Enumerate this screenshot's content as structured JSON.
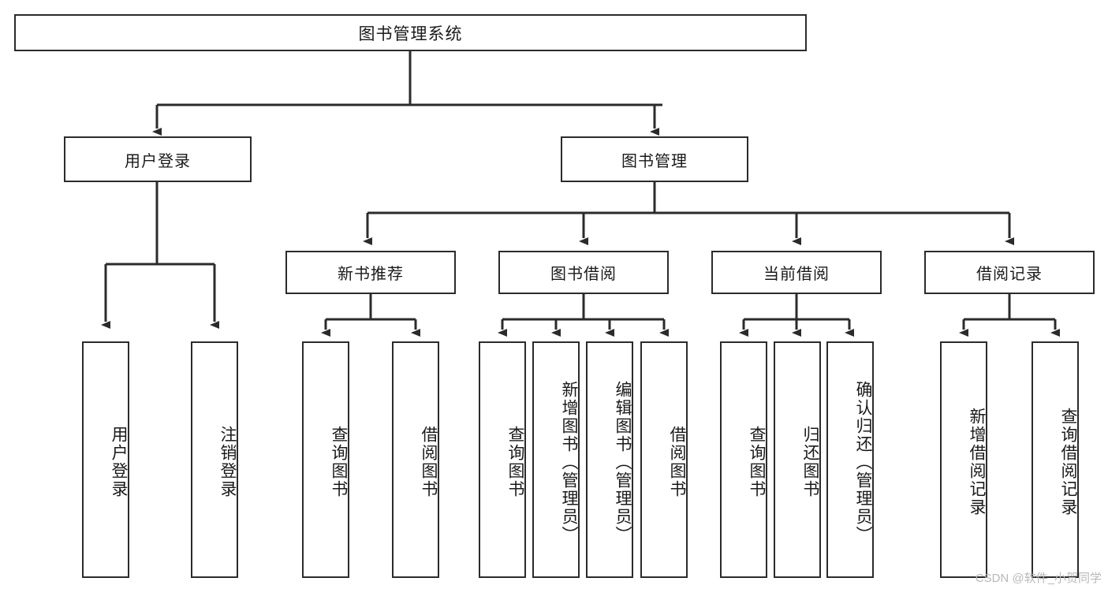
{
  "diagram": {
    "type": "tree-hierarchy",
    "title": "图书管理系统",
    "root": {
      "label": "图书管理系统"
    },
    "level1": [
      {
        "id": "user-login",
        "label": "用户登录"
      },
      {
        "id": "book-management",
        "label": "图书管理"
      }
    ],
    "level2": [
      {
        "id": "new-book-recommend",
        "label": "新书推荐",
        "parent": "book-management"
      },
      {
        "id": "book-borrow",
        "label": "图书借阅",
        "parent": "book-management"
      },
      {
        "id": "current-borrow",
        "label": "当前借阅",
        "parent": "book-management"
      },
      {
        "id": "borrow-record",
        "label": "借阅记录",
        "parent": "book-management"
      }
    ],
    "leaves": {
      "user-login": [
        {
          "id": "leaf-user-login",
          "label": "用户登录"
        },
        {
          "id": "leaf-logout",
          "label": "注销登录"
        }
      ],
      "new-book-recommend": [
        {
          "id": "leaf-query-book-1",
          "label": "查询图书"
        },
        {
          "id": "leaf-borrow-book-1",
          "label": "借阅图书"
        }
      ],
      "book-borrow": [
        {
          "id": "leaf-query-book-2",
          "label": "查询图书"
        },
        {
          "id": "leaf-add-book",
          "label": "新增图书（管理员）"
        },
        {
          "id": "leaf-edit-book",
          "label": "编辑图书（管理员）"
        },
        {
          "id": "leaf-borrow-book-2",
          "label": "借阅图书"
        }
      ],
      "current-borrow": [
        {
          "id": "leaf-query-book-3",
          "label": "查询图书"
        },
        {
          "id": "leaf-return-book",
          "label": "归还图书"
        },
        {
          "id": "leaf-confirm-return",
          "label": "确认归还（管理员）"
        }
      ],
      "borrow-record": [
        {
          "id": "leaf-add-record",
          "label": "新增借阅记录"
        },
        {
          "id": "leaf-query-record",
          "label": "查询借阅记录"
        }
      ]
    }
  },
  "watermark": {
    "text": "CSDN @软件_小贺同学"
  },
  "colors": {
    "background": "#ffffff",
    "stroke": "#2b2b2b",
    "text": "#1a1a1a",
    "watermark": "#b9b9b9"
  }
}
